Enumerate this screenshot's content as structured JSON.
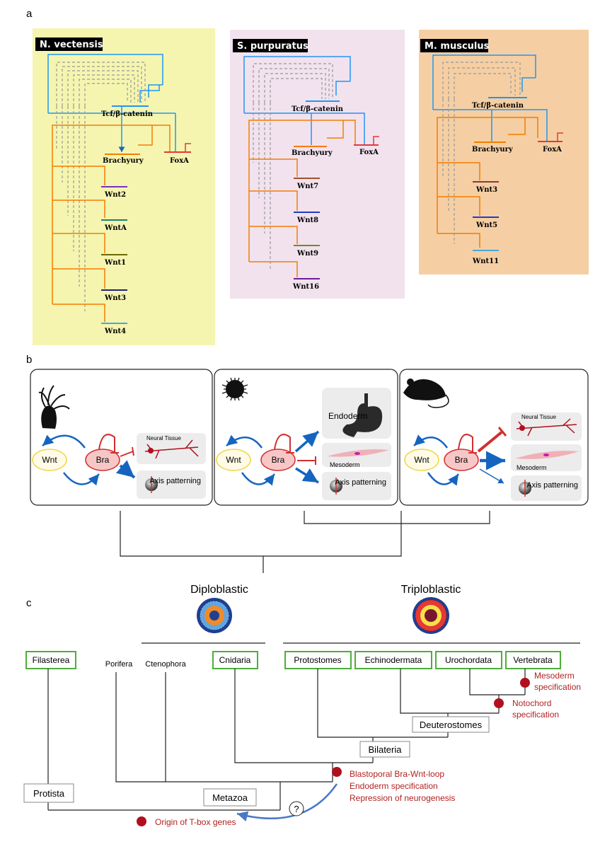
{
  "panel_a": {
    "label": "a",
    "species": [
      {
        "name": "N. vectensis",
        "bg": "#f5f5b0",
        "hub": "Tcf/β-catenin",
        "bra": "Brachyury",
        "foxa": "FoxA",
        "wnts": [
          {
            "name": "Wnt2",
            "color": "#7b2fbf"
          },
          {
            "name": "WntA",
            "color": "#1a7f6e"
          },
          {
            "name": "Wnt1",
            "color": "#6b6b00"
          },
          {
            "name": "Wnt3",
            "color": "#1a237e"
          },
          {
            "name": "Wnt4",
            "color": "#4aa8d8"
          }
        ]
      },
      {
        "name": "S. purpuratus",
        "bg": "#f2e2ee",
        "hub": "Tcf/β-catenin",
        "bra": "Brachyury",
        "foxa": "FoxA",
        "wnts": [
          {
            "name": "Wnt7",
            "color": "#a0522d"
          },
          {
            "name": "Wnt8",
            "color": "#1f3fbf"
          },
          {
            "name": "Wnt9",
            "color": "#6b8e23"
          },
          {
            "name": "Wnt16",
            "color": "#6a1b9a"
          }
        ]
      },
      {
        "name": "M. musculus",
        "bg": "#f5cfa3",
        "hub": "Tcf/β-catenin",
        "bra": "Brachyury",
        "foxa": "FoxA",
        "wnts": [
          {
            "name": "Wnt3",
            "color": "#8b3a3a"
          },
          {
            "name": "Wnt5",
            "color": "#1f3fbf"
          },
          {
            "name": "Wnt11",
            "color": "#4aa8d8"
          }
        ]
      }
    ]
  },
  "panel_b": {
    "label": "b",
    "boxes": [
      {
        "organism_icon": "sea-anemone-icon",
        "wnt": "Wnt",
        "bra": "Bra",
        "targets": [
          {
            "name": "Neural Tissue",
            "icon": "neuron-icon",
            "effect": "repression"
          },
          {
            "name": "Axis patterning",
            "icon": "axis-icon",
            "effect": "activation"
          }
        ]
      },
      {
        "organism_icon": "sea-urchin-icon",
        "wnt": "Wnt",
        "bra": "Bra",
        "targets": [
          {
            "name": "Endoderm",
            "icon": "gut-icon",
            "effect": "activation"
          },
          {
            "name": "Mesoderm",
            "icon": "muscle-cell-icon",
            "effect": "repression"
          },
          {
            "name": "Axis patterning",
            "icon": "axis-icon",
            "effect": "activation"
          }
        ]
      },
      {
        "organism_icon": "mouse-icon",
        "wnt": "Wnt",
        "bra": "Bra",
        "targets": [
          {
            "name": "Neural Tissue",
            "icon": "neuron-icon",
            "effect": "repression"
          },
          {
            "name": "Mesoderm",
            "icon": "muscle-cell-icon",
            "effect": "activation"
          },
          {
            "name": "Axis patterning",
            "icon": "axis-icon",
            "effect": "weak activation"
          }
        ]
      }
    ]
  },
  "panel_c": {
    "label": "c",
    "diploblastic": "Diploblastic",
    "triploblastic": "Triploblastic",
    "taxa": {
      "filasterea": "Filasterea",
      "porifera": "Porifera",
      "ctenophora": "Ctenophora",
      "cnidaria": "Cnidaria",
      "protostomes": "Protostomes",
      "echinodermata": "Echinodermata",
      "urochordata": "Urochordata",
      "vertebrata": "Vertebrata"
    },
    "nodes": {
      "deuterostomes": "Deuterostomes",
      "bilateria": "Bilateria",
      "metazoa": "Metazoa",
      "protista": "Protista"
    },
    "events": {
      "mesoderm": [
        "Mesoderm",
        "specification"
      ],
      "notochord": [
        "Notochord",
        "specification"
      ],
      "blastoporal": [
        "Blastoporal Bra-Wnt-loop",
        "Endoderm specification",
        "Repression of neurogenesis"
      ],
      "tbox": "Origin of T-box genes"
    },
    "question": "?",
    "colors": {
      "green_box": "#4caf3a",
      "event_red": "#b22222",
      "node_dark_red": "#b0101e",
      "arrow_blue": "#4a78c8"
    }
  }
}
